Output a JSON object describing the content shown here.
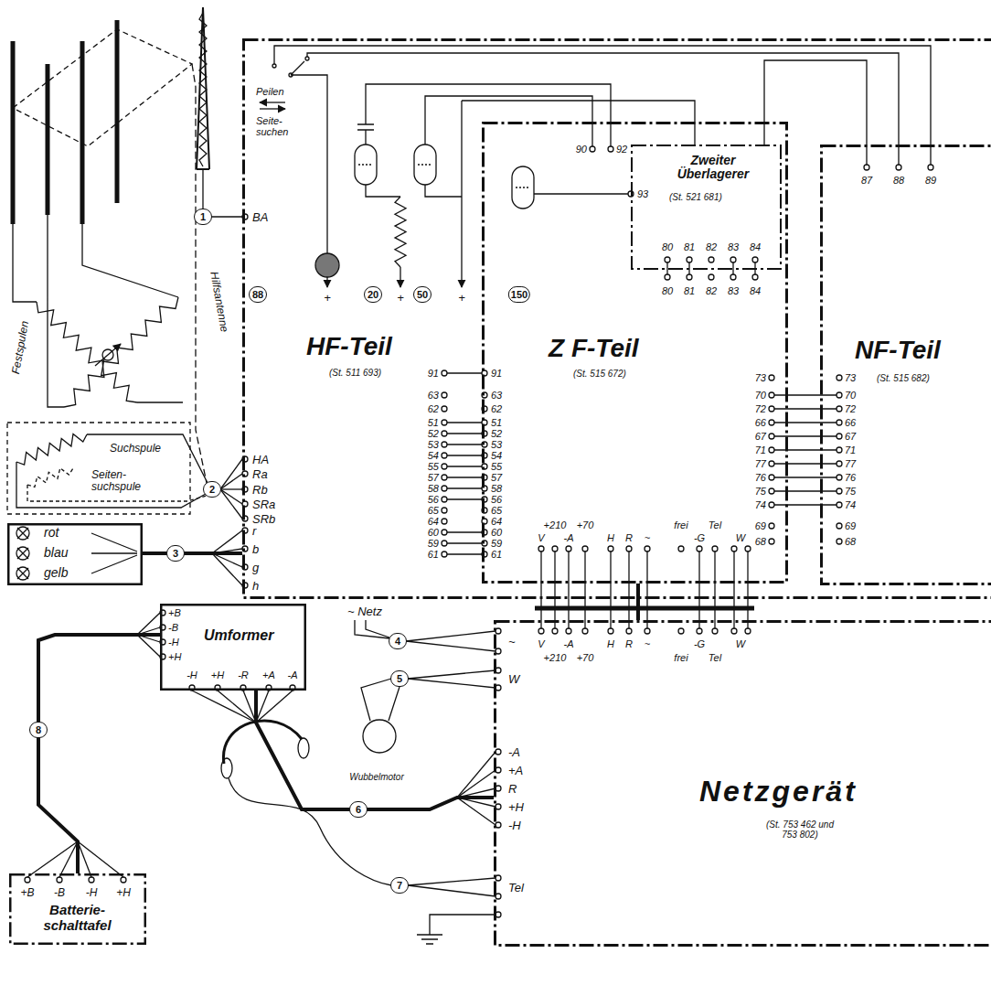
{
  "diagram": {
    "nodes": [
      {
        "text": [
          "HF-Teil",
          "(St. 511 693)"
        ]
      },
      {
        "text": [
          "Z F-Teil",
          "(St. 515 672)"
        ],
        "in": 0
      },
      {
        "text": [
          "Zweiter Überlagerer",
          "(St. 521 681)"
        ],
        "in": 1
      },
      {
        "text": [
          "NF-Teil",
          "(St. 515 682)"
        ],
        "in": 0
      },
      {
        "text": [
          "rot",
          "blau",
          "gelb"
        ]
      },
      {
        "text": [
          "Umformer"
        ]
      },
      {
        "text": [
          "Batterie- schalttafel"
        ]
      },
      {
        "text": [
          "Netzgerät",
          "(St. 753 462 und 753 802)"
        ]
      }
    ],
    "edges": [
      {
        "from": 4,
        "to": 0,
        "label": "3",
        "arrow": "none"
      },
      {
        "from": 6,
        "to": 5,
        "label": "8",
        "arrow": "none"
      },
      {
        "from": 5,
        "to": 7,
        "label": "6",
        "arrow": "none"
      },
      {
        "from": 1,
        "to": 7,
        "arrow": "none"
      }
    ],
    "labels": [
      "Festspulen",
      "Hilfsantenne",
      "Suchspule",
      "Seiten- suchspule",
      "1",
      "2",
      "BA",
      "HA",
      "Ra",
      "Rb",
      "SRa",
      "SRb",
      "r",
      "b",
      "g",
      "h",
      "Peilen",
      "Seite- suchen",
      "88",
      "20",
      "50",
      "150",
      "+",
      "+",
      "+",
      "90",
      "92",
      "93",
      "80",
      "81",
      "82",
      "83",
      "84",
      "80",
      "81",
      "82",
      "83",
      "84",
      "87",
      "88",
      "89",
      "91",
      "63",
      "62",
      "51",
      "52",
      "53",
      "54",
      "55",
      "57",
      "58",
      "56",
      "65",
      "64",
      "60",
      "59",
      "61",
      "91",
      "63",
      "62",
      "51",
      "52",
      "53",
      "54",
      "55",
      "57",
      "58",
      "56",
      "65",
      "64",
      "60",
      "59",
      "61",
      "73",
      "70",
      "72",
      "66",
      "67",
      "71",
      "77",
      "76",
      "75",
      "74",
      "69",
      "68",
      "73",
      "70",
      "72",
      "66",
      "67",
      "71",
      "77",
      "76",
      "75",
      "74",
      "69",
      "68",
      "+210",
      "+70",
      "frei",
      "Tel",
      "V",
      "-A",
      "H",
      "R",
      "~",
      "-G",
      "W",
      "V",
      "-A",
      "H",
      "R",
      "~",
      "-G",
      "W",
      "+210",
      "+70",
      "frei",
      "Tel",
      "~ Netz",
      "4",
      "5",
      "Wubbelmotor",
      "~",
      "W",
      "-A",
      "+A",
      "R",
      "+H",
      "-H",
      "7",
      "Tel",
      "+B",
      "-B",
      "-H",
      "+H",
      "-H",
      "+H",
      "-R",
      "+A",
      "-A",
      "+B",
      "-B",
      "-H",
      "+H"
    ]
  }
}
